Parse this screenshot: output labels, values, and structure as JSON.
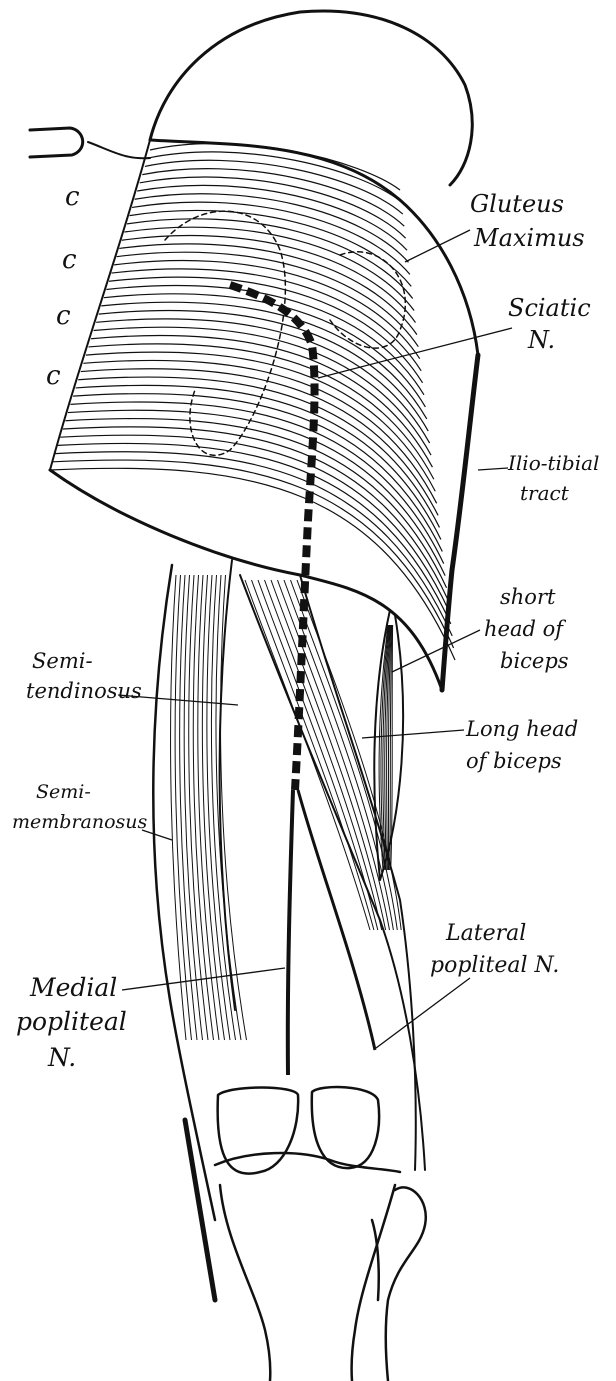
{
  "diagram": {
    "labels": {
      "gluteus_maximus_line1": "Gluteus",
      "gluteus_maximus_line2": "Maximus",
      "sciatic_line1": "Sciatic",
      "sciatic_line2": "N.",
      "iliotibial_line1": "Ilio-tibial",
      "iliotibial_line2": "tract",
      "short_head_line1": "short",
      "short_head_line2": "head of",
      "short_head_line3": "biceps",
      "semitendinosus_line1": "Semi-",
      "semitendinosus_line2": "tendinosus",
      "long_head_line1": "Long head",
      "long_head_line2": "of biceps",
      "semimembranosus_line1": "Semi-",
      "semimembranosus_line2": "membranosus",
      "lateral_popliteal_line1": "Lateral",
      "lateral_popliteal_line2": "popliteal N.",
      "medial_popliteal_line1": "Medial",
      "medial_popliteal_line2": "popliteal",
      "medial_popliteal_line3": "N."
    },
    "margin_marks": [
      "c",
      "c",
      "c",
      "c"
    ],
    "colors": {
      "ink": "#111111",
      "paper": "#ffffff"
    }
  }
}
